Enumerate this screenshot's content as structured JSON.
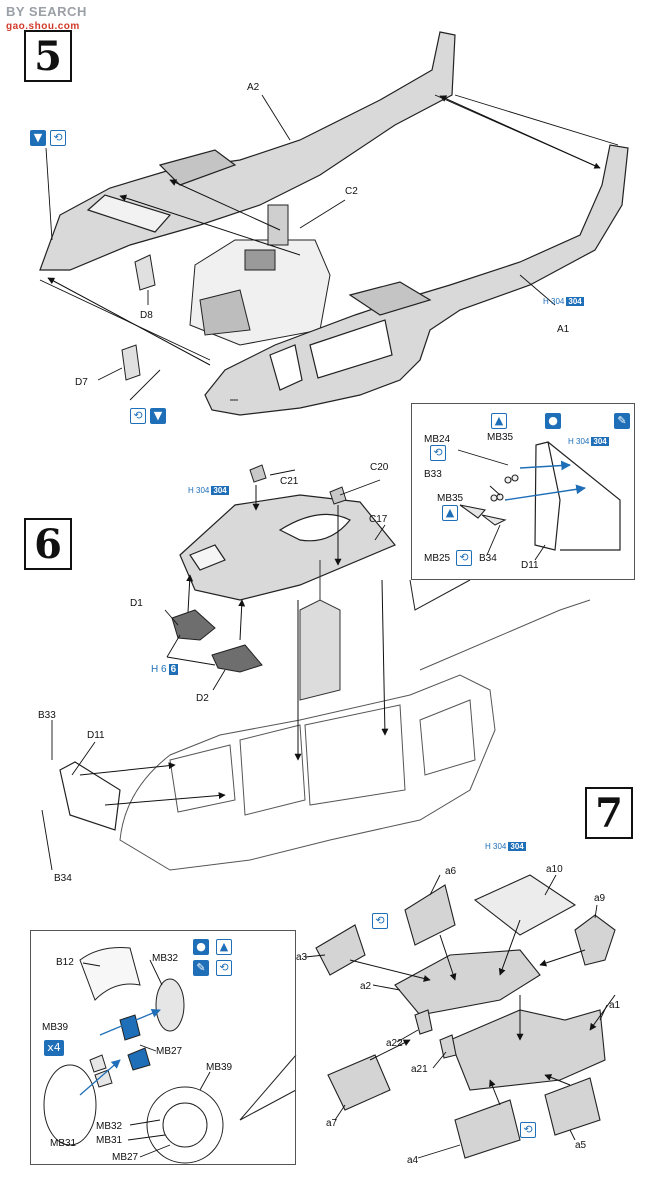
{
  "watermark": {
    "brand": "BY SEARCH",
    "url": "gao.shou.com"
  },
  "steps": [
    "5",
    "6",
    "7"
  ],
  "colors": {
    "h304": {
      "prefix": "H",
      "num": "304",
      "badge": "304",
      "swatch": "#1f6fb8"
    },
    "h6": {
      "prefix": "H",
      "num": "6",
      "badge": "6",
      "swatch": "#1f6fb8"
    }
  },
  "labels": {
    "A1": "A1",
    "A2": "A2",
    "C2": "C2",
    "D7": "D7",
    "D8": "D8",
    "C17": "C17",
    "C20": "C20",
    "C21": "C21",
    "D1": "D1",
    "D2": "D2",
    "D11": "D11",
    "B33": "B33",
    "B34": "B34",
    "MB24": "MB24",
    "MB25": "MB25",
    "MB35": "MB35",
    "a1": "a1",
    "a2": "a2",
    "a3": "a3",
    "a4": "a4",
    "a5": "a5",
    "a6": "a6",
    "a7": "a7",
    "a9": "a9",
    "a10": "a10",
    "a21": "a21",
    "a22": "a22",
    "B12": "B12",
    "MB27": "MB27",
    "MB31": "MB31",
    "MB32": "MB32",
    "MB39": "MB39",
    "x4": "x4"
  },
  "icons": [
    "glue-icon",
    "swap-icon",
    "up-arrow-icon",
    "drop-icon",
    "brush-icon",
    "quantity-icon"
  ]
}
